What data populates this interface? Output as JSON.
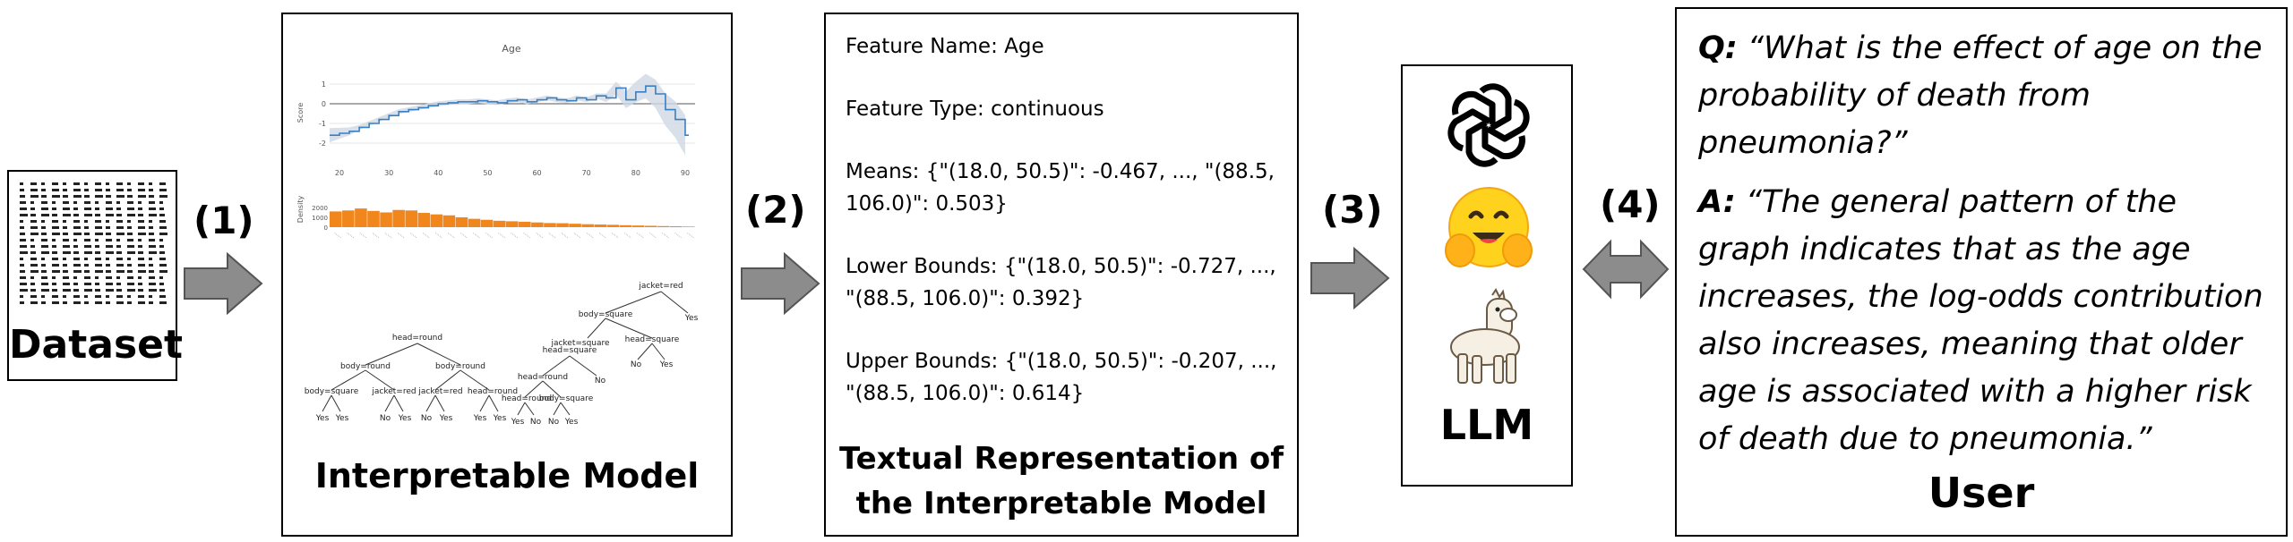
{
  "steps": {
    "s1": "(1)",
    "s2": "(2)",
    "s3": "(3)",
    "s4": "(4)"
  },
  "dataset": {
    "label": "Dataset"
  },
  "model": {
    "label": "Interpretable Model",
    "chart_data": {
      "type": "line",
      "title": "Age",
      "ylabel": "Score",
      "xticks": [
        "20",
        "30",
        "40",
        "50",
        "60",
        "70",
        "80",
        "90"
      ],
      "yticks": [
        "1",
        "0",
        "-1",
        "-2"
      ],
      "x": [
        18,
        20,
        22,
        24,
        26,
        28,
        30,
        32,
        34,
        36,
        38,
        40,
        42,
        44,
        46,
        48,
        50,
        52,
        54,
        56,
        58,
        60,
        62,
        64,
        66,
        68,
        70,
        72,
        74,
        76,
        78,
        80,
        82,
        84,
        86,
        88,
        90
      ],
      "y": [
        -1.6,
        -1.5,
        -1.4,
        -1.2,
        -1.0,
        -0.8,
        -0.6,
        -0.4,
        -0.3,
        -0.2,
        -0.1,
        0.0,
        0.05,
        0.1,
        0.1,
        0.15,
        0.1,
        0.05,
        0.15,
        0.2,
        0.1,
        0.2,
        0.3,
        0.2,
        0.15,
        0.3,
        0.2,
        0.4,
        0.3,
        0.8,
        0.2,
        0.6,
        0.9,
        0.5,
        -0.3,
        -0.8,
        -1.6
      ],
      "density_label": "Density",
      "density_ticks": [
        "2000",
        "1000",
        "0"
      ],
      "density": [
        1600,
        1700,
        1900,
        1650,
        1500,
        1750,
        1700,
        1450,
        1300,
        1200,
        1000,
        850,
        750,
        650,
        600,
        550,
        480,
        420,
        400,
        350,
        300,
        270,
        240,
        200,
        170,
        140,
        110,
        90,
        60
      ]
    },
    "tree": {
      "small_root": "jacket=red",
      "small_l1_left": "body=square",
      "small_l1_right": "Yes",
      "small_l2_a": "jacket=square",
      "small_l2_b": "head=square",
      "small_leaf_no": "No",
      "small_leaf_yes": "Yes",
      "root": "head=round",
      "l1_left": "body=round",
      "l1_right": "body=round",
      "l2_a": "body=square",
      "l2_b": "jacket=red",
      "l2_c": "jacket=red",
      "l2_d": "head=round",
      "leaf_yes": "Yes",
      "leaf_no": "No",
      "right_root": "head=square",
      "right_l1_a": "head=round",
      "right_l1_b": "No",
      "right_l2_a": "head=round",
      "right_l2_b": "body=square"
    }
  },
  "textual": {
    "lines": [
      "Feature Name: Age",
      "Feature Type: continuous",
      "Means: {\"(18.0, 50.5)\": -0.467, ..., \"(88.5,\n106.0)\": 0.503}",
      "Lower Bounds: {\"(18.0, 50.5)\": -0.727, ...,\n\"(88.5, 106.0)\": 0.392}",
      "Upper Bounds: {\"(18.0, 50.5)\": -0.207, ...,\n\"(88.5, 106.0)\": 0.614}"
    ],
    "label_line1": "Textual Representation  of",
    "label_line2": "the Interpretable Model"
  },
  "llm": {
    "label": "LLM",
    "icons": [
      "openai-logo-icon",
      "hugging-face-emoji-icon",
      "llama-icon"
    ]
  },
  "user": {
    "q_prefix": "Q:",
    "q_text": " “What is the effect of age on the probability of death from pneumonia?”",
    "a_prefix": "A:",
    "a_text": " “The general pattern of the graph indicates that as the age increases, the log-odds contribution also increases, meaning that older age is associated with a higher risk of death due to pneumonia.”",
    "label": "User"
  },
  "colors": {
    "arrow_fill": "#8c8c8c",
    "line": "#3a7fc1",
    "bar": "#f0861c"
  }
}
